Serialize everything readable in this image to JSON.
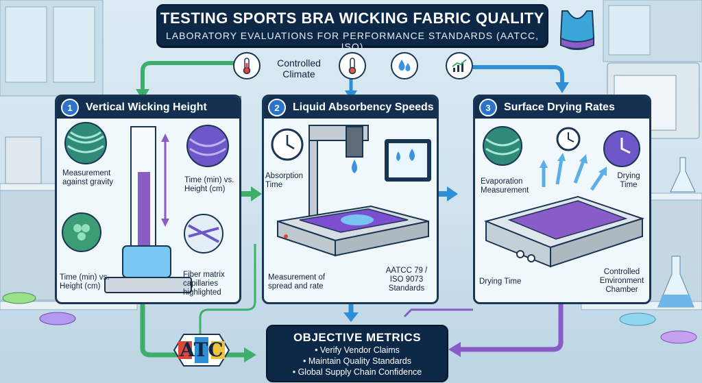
{
  "title": "TESTING SPORTS BRA WICKING FABRIC QUALITY",
  "subtitle": "LABORATORY EVALUATIONS FOR PERFORMANCE STANDARDS (AATCC, ISO)",
  "climate_label": "Controlled Climate",
  "panels": [
    {
      "number": "1",
      "title": "Vertical Wicking Height",
      "labels": [
        "Measurement against gravity",
        "Time (min) vs. Height (cm)",
        "Time (min) vs. Height (cm)",
        "Fiber matrix capillaries highlighted"
      ]
    },
    {
      "number": "2",
      "title": "Liquid Absorbency Speeds",
      "labels": [
        "Absorption Time",
        "Measurement of spread and rate",
        "AATCC 79 / ISO 9073 Standards"
      ]
    },
    {
      "number": "3",
      "title": "Surface Drying Rates",
      "labels": [
        "Evaporation Measurement",
        "Drying Time",
        "Drying Time",
        "Controlled Environment Chamber"
      ]
    }
  ],
  "logo_text": "ATC",
  "metrics": {
    "title": "OBJECTIVE METRICS",
    "items": [
      "• Verify Vendor Claims",
      "• Maintain Quality Standards",
      "• Global Supply Chain Confidence"
    ]
  },
  "colors": {
    "navy": "#0d2747",
    "green_arrow": "#3fae6a",
    "blue_arrow": "#2f8fd6",
    "purple_arrow": "#8a5cc8"
  }
}
